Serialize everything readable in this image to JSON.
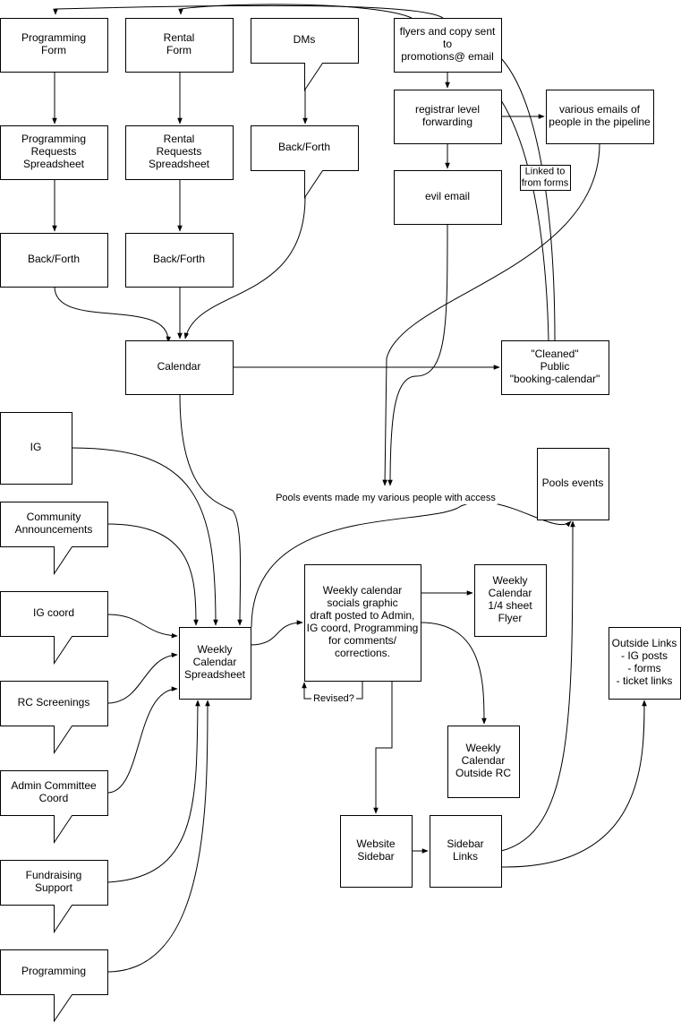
{
  "nodes": {
    "programming_form": [
      "Programming",
      "Form"
    ],
    "rental_form": [
      "Rental",
      "Form"
    ],
    "dms": [
      "DMs"
    ],
    "flyers": [
      "flyers and copy sent",
      "to",
      "promotions@ email"
    ],
    "prog_requests": [
      "Programming",
      "Requests",
      "Spreadsheet"
    ],
    "rental_requests": [
      "Rental",
      "Requests",
      "Spreadsheet"
    ],
    "dms_backforth": [
      "Back/Forth"
    ],
    "registrar": [
      "registrar level",
      "forwarding"
    ],
    "various_emails": [
      "various emails of",
      "people in the pipeline"
    ],
    "evil_email": [
      "evil email"
    ],
    "prog_backforth": [
      "Back/Forth"
    ],
    "rental_backforth": [
      "Back/Forth"
    ],
    "calendar": [
      "Calendar"
    ],
    "cleaned": [
      "\"Cleaned\"",
      "Public",
      "\"booking-calendar\""
    ],
    "ig": [
      "IG"
    ],
    "community": [
      "Community",
      "Announcements"
    ],
    "pools_events": [
      "Pools events"
    ],
    "ig_coord": [
      "IG coord"
    ],
    "weekly_graphic": [
      "Weekly calendar",
      "socials graphic",
      "draft posted to Admin,",
      "IG coord, Programming",
      "for comments/",
      "corrections."
    ],
    "flyer": [
      "Weekly",
      "Calendar",
      "1/4 sheet",
      "Flyer"
    ],
    "weekly_spreadsheet": [
      "Weekly",
      "Calendar",
      "Spreadsheet"
    ],
    "rc_screenings": [
      "RC Screenings"
    ],
    "outside_links": [
      "Outside Links",
      "- IG posts",
      "- forms",
      "- ticket links"
    ],
    "weekly_outside": [
      "Weekly",
      "Calendar",
      "Outside RC"
    ],
    "admin_committee": [
      "Admin Committee",
      "Coord"
    ],
    "website_sidebar": [
      "Website",
      "Sidebar"
    ],
    "sidebar_links": [
      "Sidebar",
      "Links"
    ],
    "fundraising": [
      "Fundraising",
      "Support"
    ],
    "programming": [
      "Programming"
    ]
  },
  "edge_labels": {
    "linked": [
      "Linked to",
      "from forms"
    ],
    "pools_access": [
      "Pools events made my various people with access"
    ],
    "revised": [
      "Revised?"
    ]
  }
}
